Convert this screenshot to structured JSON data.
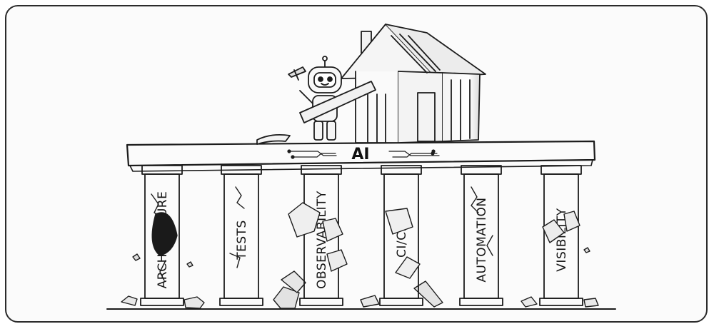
{
  "beam": {
    "label": "AI"
  },
  "pillars": [
    {
      "label": "ARCHITECTURE",
      "state": "holed"
    },
    {
      "label": "TESTS",
      "state": "cracked"
    },
    {
      "label": "OBSERVABILITY",
      "state": "crumbling"
    },
    {
      "label": "CI/CD",
      "state": "broken"
    },
    {
      "label": "AUTOMATION",
      "state": "cracked"
    },
    {
      "label": "VISIBILITY",
      "state": "cracked"
    }
  ]
}
